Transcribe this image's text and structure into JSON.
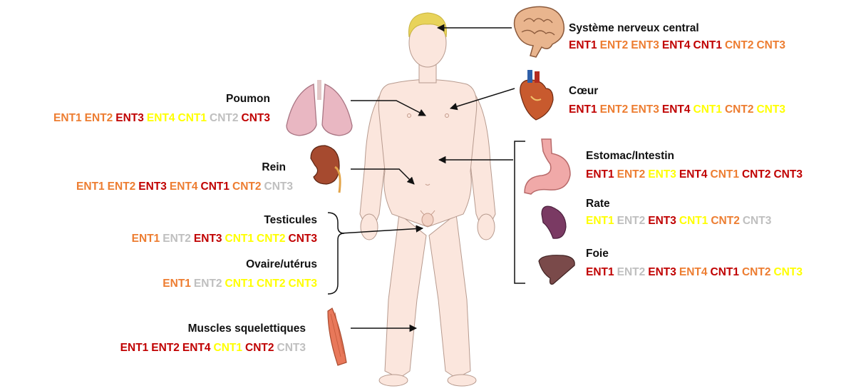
{
  "colors": {
    "high": "#c00000",
    "mid": "#ed7d31",
    "low": "#ffff00",
    "none": "#bfbfbf",
    "skin": "#fbe6dd",
    "hair": "#e8d35a"
  },
  "organs": {
    "brain": {
      "title": "Système nerveux central",
      "icon": "brain-icon",
      "markers": [
        {
          "label": "ENT1",
          "level": "high"
        },
        {
          "label": "ENT2",
          "level": "mid"
        },
        {
          "label": "ENT3",
          "level": "mid"
        },
        {
          "label": "ENT4",
          "level": "high"
        },
        {
          "label": "CNT1",
          "level": "high"
        },
        {
          "label": "CNT2",
          "level": "mid"
        },
        {
          "label": "CNT3",
          "level": "mid"
        }
      ]
    },
    "heart": {
      "title": "Cœur",
      "icon": "heart-icon",
      "markers": [
        {
          "label": "ENT1",
          "level": "high"
        },
        {
          "label": "ENT2",
          "level": "mid"
        },
        {
          "label": "ENT3",
          "level": "mid"
        },
        {
          "label": "ENT4",
          "level": "high"
        },
        {
          "label": "CNT1",
          "level": "low"
        },
        {
          "label": "CNT2",
          "level": "mid"
        },
        {
          "label": "CNT3",
          "level": "low"
        }
      ]
    },
    "stomach": {
      "title": "Estomac/Intestin",
      "icon": "stomach-icon",
      "markers": [
        {
          "label": "ENT1",
          "level": "high"
        },
        {
          "label": "ENT2",
          "level": "mid"
        },
        {
          "label": "ENT3",
          "level": "low"
        },
        {
          "label": "ENT4",
          "level": "high"
        },
        {
          "label": "CNT1",
          "level": "mid"
        },
        {
          "label": "CNT2",
          "level": "high"
        },
        {
          "label": "CNT3",
          "level": "high"
        }
      ]
    },
    "spleen": {
      "title": "Rate",
      "icon": "spleen-icon",
      "markers": [
        {
          "label": "ENT1",
          "level": "low"
        },
        {
          "label": "ENT2",
          "level": "none"
        },
        {
          "label": "ENT3",
          "level": "high"
        },
        {
          "label": "CNT1",
          "level": "low"
        },
        {
          "label": "CNT2",
          "level": "mid"
        },
        {
          "label": "CNT3",
          "level": "none"
        }
      ]
    },
    "liver": {
      "title": "Foie",
      "icon": "liver-icon",
      "markers": [
        {
          "label": "ENT1",
          "level": "high"
        },
        {
          "label": "ENT2",
          "level": "none"
        },
        {
          "label": "ENT3",
          "level": "high"
        },
        {
          "label": "ENT4",
          "level": "mid"
        },
        {
          "label": "CNT1",
          "level": "high"
        },
        {
          "label": "CNT2",
          "level": "mid"
        },
        {
          "label": "CNT3",
          "level": "low"
        }
      ]
    },
    "lung": {
      "title": "Poumon",
      "icon": "lung-icon",
      "markers": [
        {
          "label": "ENT1",
          "level": "mid"
        },
        {
          "label": "ENT2",
          "level": "mid"
        },
        {
          "label": "ENT3",
          "level": "high"
        },
        {
          "label": "ENT4",
          "level": "low"
        },
        {
          "label": "CNT1",
          "level": "low"
        },
        {
          "label": "CNT2",
          "level": "none"
        },
        {
          "label": "CNT3",
          "level": "high"
        }
      ]
    },
    "kidney": {
      "title": "Rein",
      "icon": "kidney-icon",
      "markers": [
        {
          "label": "ENT1",
          "level": "mid"
        },
        {
          "label": "ENT2",
          "level": "mid"
        },
        {
          "label": "ENT3",
          "level": "high"
        },
        {
          "label": "ENT4",
          "level": "mid"
        },
        {
          "label": "CNT1",
          "level": "high"
        },
        {
          "label": "CNT2",
          "level": "mid"
        },
        {
          "label": "CNT3",
          "level": "none"
        }
      ]
    },
    "testes": {
      "title": "Testicules",
      "markers": [
        {
          "label": "ENT1",
          "level": "mid"
        },
        {
          "label": "ENT2",
          "level": "none"
        },
        {
          "label": "ENT3",
          "level": "high"
        },
        {
          "label": "CNT1",
          "level": "low"
        },
        {
          "label": "CNT2",
          "level": "low"
        },
        {
          "label": "CNT3",
          "level": "high"
        }
      ]
    },
    "ovary": {
      "title": "Ovaire/utérus",
      "markers": [
        {
          "label": "ENT1",
          "level": "mid"
        },
        {
          "label": "ENT2",
          "level": "none"
        },
        {
          "label": "CNT1",
          "level": "low"
        },
        {
          "label": "CNT2",
          "level": "low"
        },
        {
          "label": "CNT3",
          "level": "low"
        }
      ]
    },
    "muscle": {
      "title": "Muscles squelettiques",
      "icon": "muscle-icon",
      "markers": [
        {
          "label": "ENT1",
          "level": "high"
        },
        {
          "label": "ENT2",
          "level": "high"
        },
        {
          "label": "ENT4",
          "level": "high"
        },
        {
          "label": "CNT1",
          "level": "low"
        },
        {
          "label": "CNT2",
          "level": "high"
        },
        {
          "label": "CNT3",
          "level": "none"
        }
      ]
    }
  }
}
